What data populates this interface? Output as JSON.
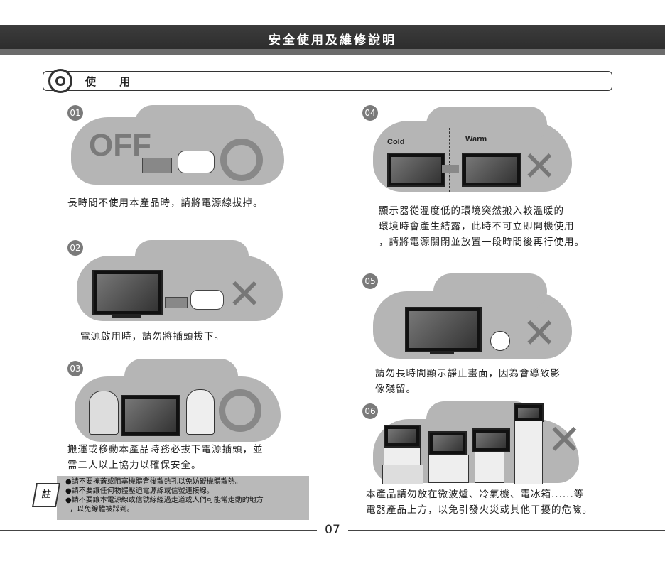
{
  "header": {
    "title": "安全使用及維修說明"
  },
  "section": {
    "label": "使 用"
  },
  "items": [
    {
      "num": "01",
      "caption": [
        "長時間不使用本產品時，請將電源線拔掉。"
      ],
      "art_text": "OFF",
      "mark": "ok"
    },
    {
      "num": "02",
      "caption": [
        "電源啟用時，請勿將插頭拔下。"
      ],
      "mark": "x"
    },
    {
      "num": "03",
      "caption": [
        "搬運或移動本產品時務必拔下電源插頭，並",
        "需二人以上協力以確保安全。"
      ],
      "mark": "ok"
    },
    {
      "num": "04",
      "caption": [
        "顯示器從溫度低的環境突然搬入較溫暖的",
        "環境時會產生結露，此時不可立即開機使用",
        "，請將電源關閉並放置一段時間後再行使用。"
      ],
      "cold": "Cold",
      "warm": "Warm",
      "mark": "x"
    },
    {
      "num": "05",
      "caption": [
        "請勿長時間顯示靜止畫面，因為會導致影",
        "像殘留。"
      ],
      "mark": "x"
    },
    {
      "num": "06",
      "caption": [
        "本產品請勿放在微波爐、冷氣機、電冰箱......等",
        "電器產品上方，以免引發火災或其他干擾的危險。"
      ],
      "mark": "x"
    }
  ],
  "note": {
    "icon_label": "註",
    "lines": [
      "●請不要掩蓋或阻塞機體背後散熱孔以免妨礙機體散熱。",
      "●請不要讓任何物體壓迫電源線或信號連接線。",
      "●請不要讓本電源線或信號線經過走道或人們可能常走動的地方",
      "  ，以免線體被踩到。"
    ]
  },
  "footer": {
    "page": "07"
  }
}
